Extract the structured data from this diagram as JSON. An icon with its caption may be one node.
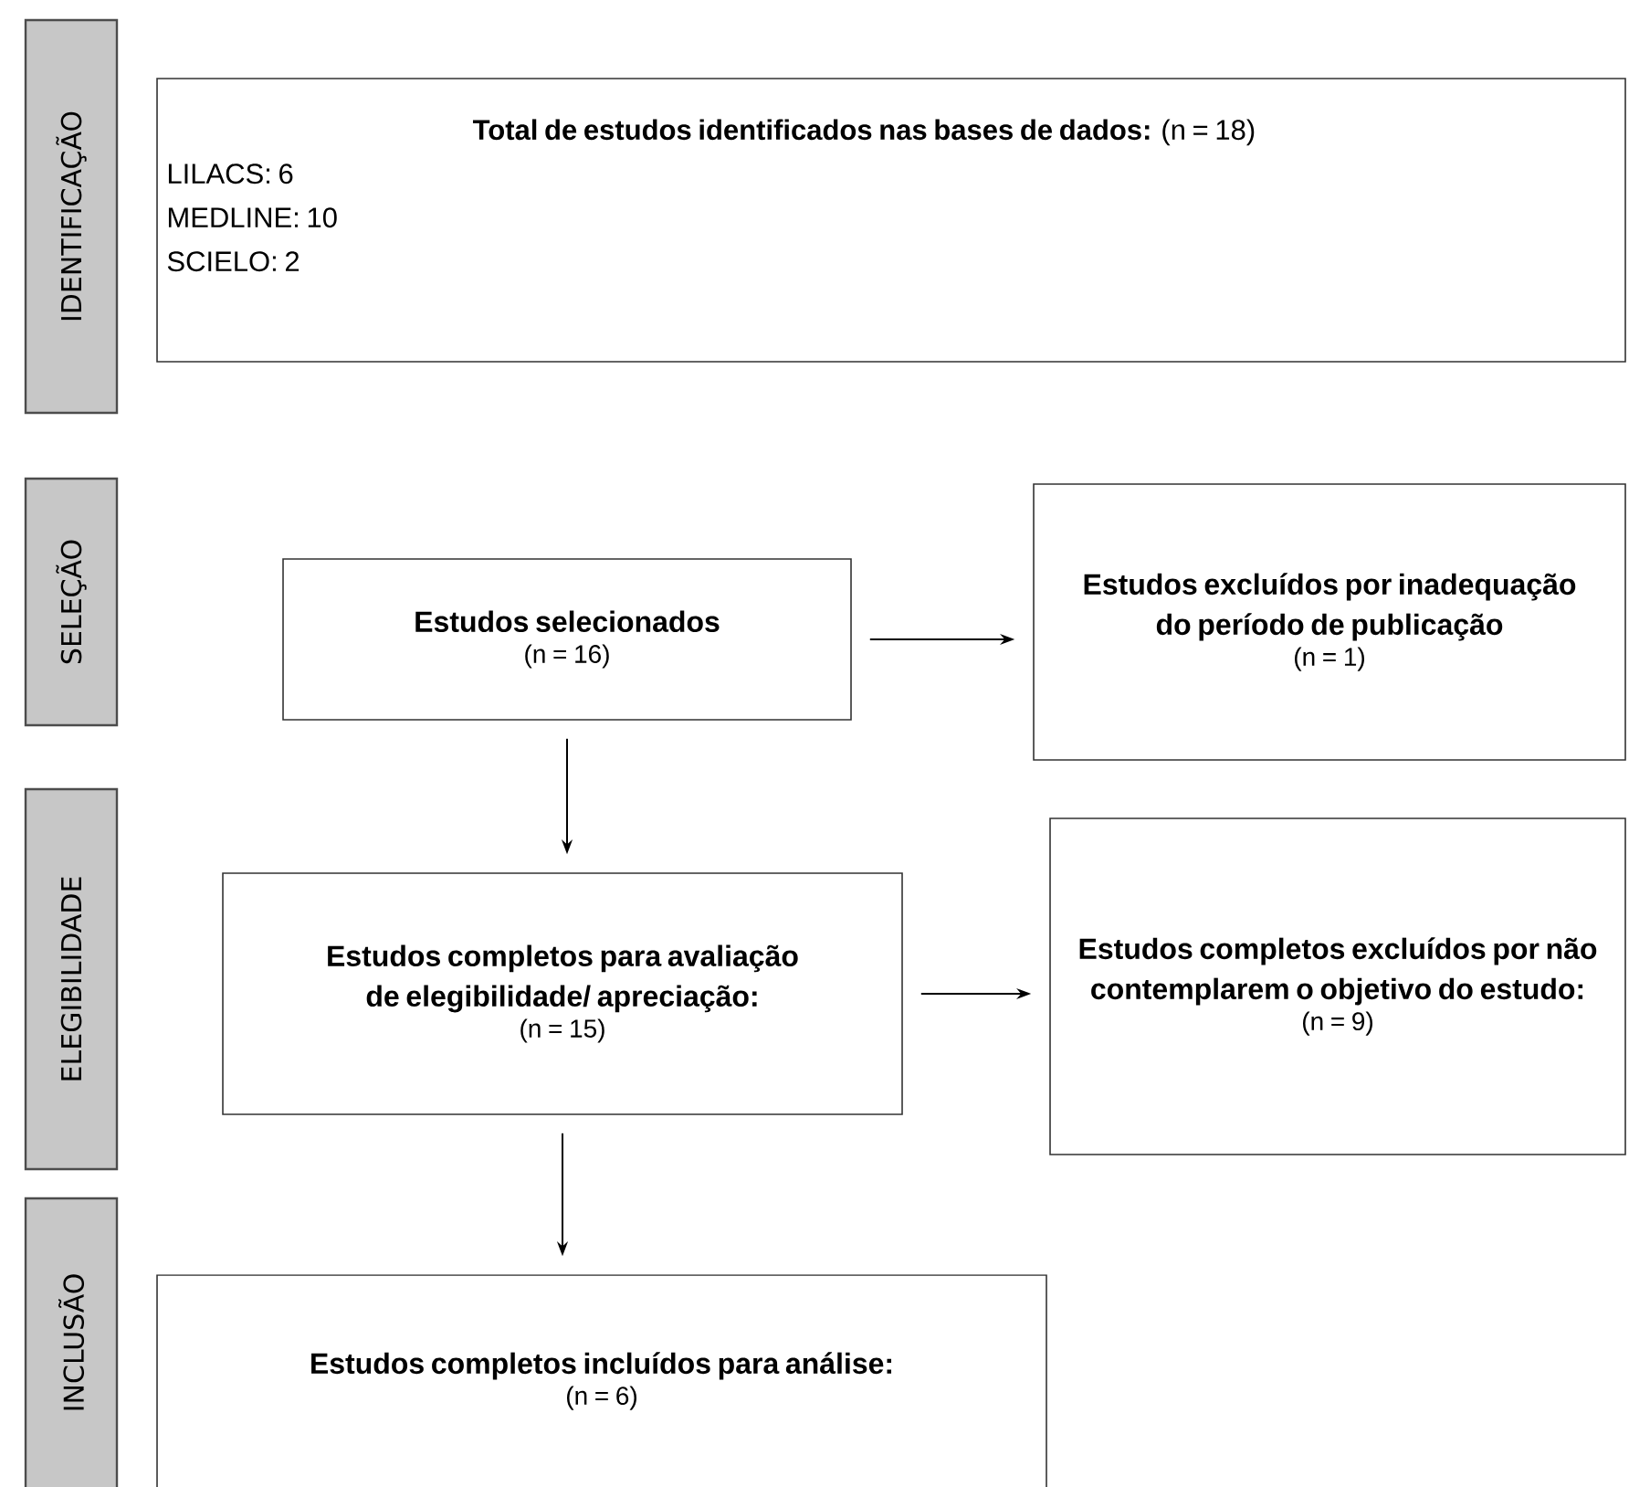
{
  "diagram": {
    "nodes": [
      {
        "text": [
          "IDENTIFICAÇÃO"
        ]
      },
      {
        "text": [
          "**Total de estudos identificados nas bases de dados:** (n = 18)",
          "LILACS: 6",
          "MEDLINE: 10",
          "SCIELO: 2"
        ]
      },
      {
        "text": [
          "SELEÇÃO"
        ]
      },
      {
        "text": [
          "Estudos selecionados",
          "(n = 16)"
        ]
      },
      {
        "text": [
          "Estudos excluídos por inadequação do período de publicação",
          "(n = 1)"
        ]
      },
      {
        "text": [
          "ELEGIBILIDADE"
        ]
      },
      {
        "text": [
          "Estudos completos para avaliação de elegibilidade/ apreciação:",
          "(n = 15)"
        ]
      },
      {
        "text": [
          "Estudos completos excluídos por não contemplarem o objetivo do estudo:",
          "(n = 9)"
        ]
      },
      {
        "text": [
          "INCLUSÃO"
        ]
      },
      {
        "text": [
          "Estudos completos incluídos para análise:",
          "(n = 6)"
        ]
      }
    ],
    "edges": [
      {
        "from": 3,
        "to": 4,
        "arrow": "to"
      },
      {
        "from": 3,
        "to": 6,
        "arrow": "to"
      },
      {
        "from": 6,
        "to": 7,
        "arrow": "to"
      },
      {
        "from": 6,
        "to": 9,
        "arrow": "to"
      }
    ]
  }
}
